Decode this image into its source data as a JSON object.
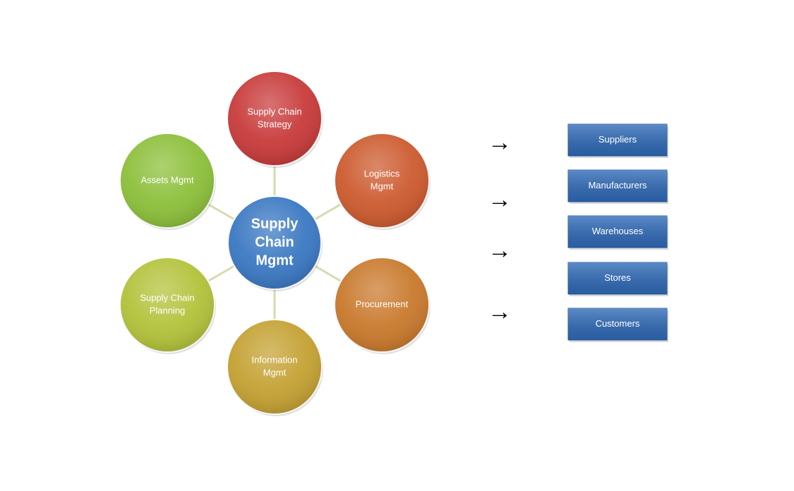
{
  "hub": {
    "lines": [
      "Supply",
      "Chain",
      "Mgmt"
    ],
    "color": "#3a78c2"
  },
  "satellites": [
    {
      "id": "strategy",
      "lines": [
        "Supply Chain",
        "Strategy"
      ],
      "color": "#c83a3a"
    },
    {
      "id": "logistics",
      "lines": [
        "Logistics",
        "Mgmt"
      ],
      "color": "#cc5a2e"
    },
    {
      "id": "procurement",
      "lines": [
        "Procurement"
      ],
      "color": "#c9792c"
    },
    {
      "id": "information",
      "lines": [
        "Information",
        "Mgmt"
      ],
      "color": "#c4a132"
    },
    {
      "id": "planning",
      "lines": [
        "Supply Chain",
        "Planning"
      ],
      "color": "#b3c23a"
    },
    {
      "id": "assets",
      "lines": [
        "Assets Mgmt"
      ],
      "color": "#8cbf3a"
    }
  ],
  "connector_color": "#d6dbb0",
  "arrow_glyph": "→",
  "arrow_count": 4,
  "boxes": {
    "color": "#2f6ab8",
    "items": [
      "Suppliers",
      "Manufacturers",
      "Warehouses",
      "Stores",
      "Customers"
    ]
  }
}
